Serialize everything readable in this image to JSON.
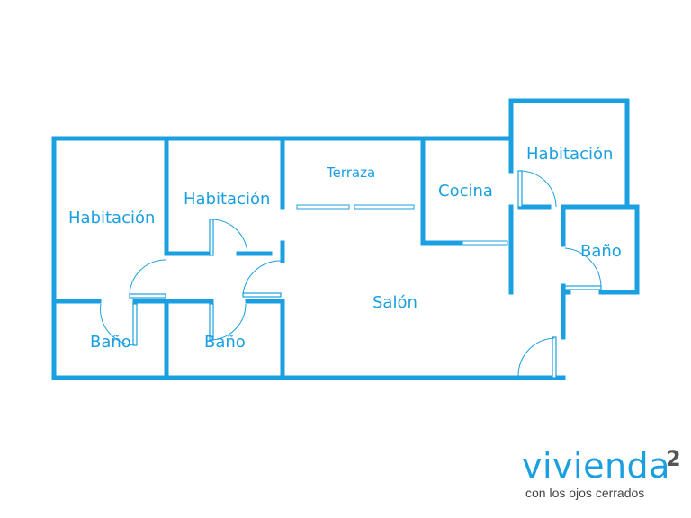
{
  "colors": {
    "walls": "#1a9fe0",
    "labels": "#1a9fe0",
    "logo_accent": "#555555"
  },
  "rooms": {
    "habitacion_left": "Habitación",
    "habitacion_mid": "Habitación",
    "habitacion_right": "Habitación",
    "terraza": "Terraza",
    "cocina": "Cocina",
    "salon": "Salón",
    "bano_left": "Baño",
    "bano_mid": "Baño",
    "bano_right": "Baño"
  },
  "logo": {
    "word": "vivienda",
    "superscript": "2",
    "tagline": "con los ojos cerrados"
  }
}
